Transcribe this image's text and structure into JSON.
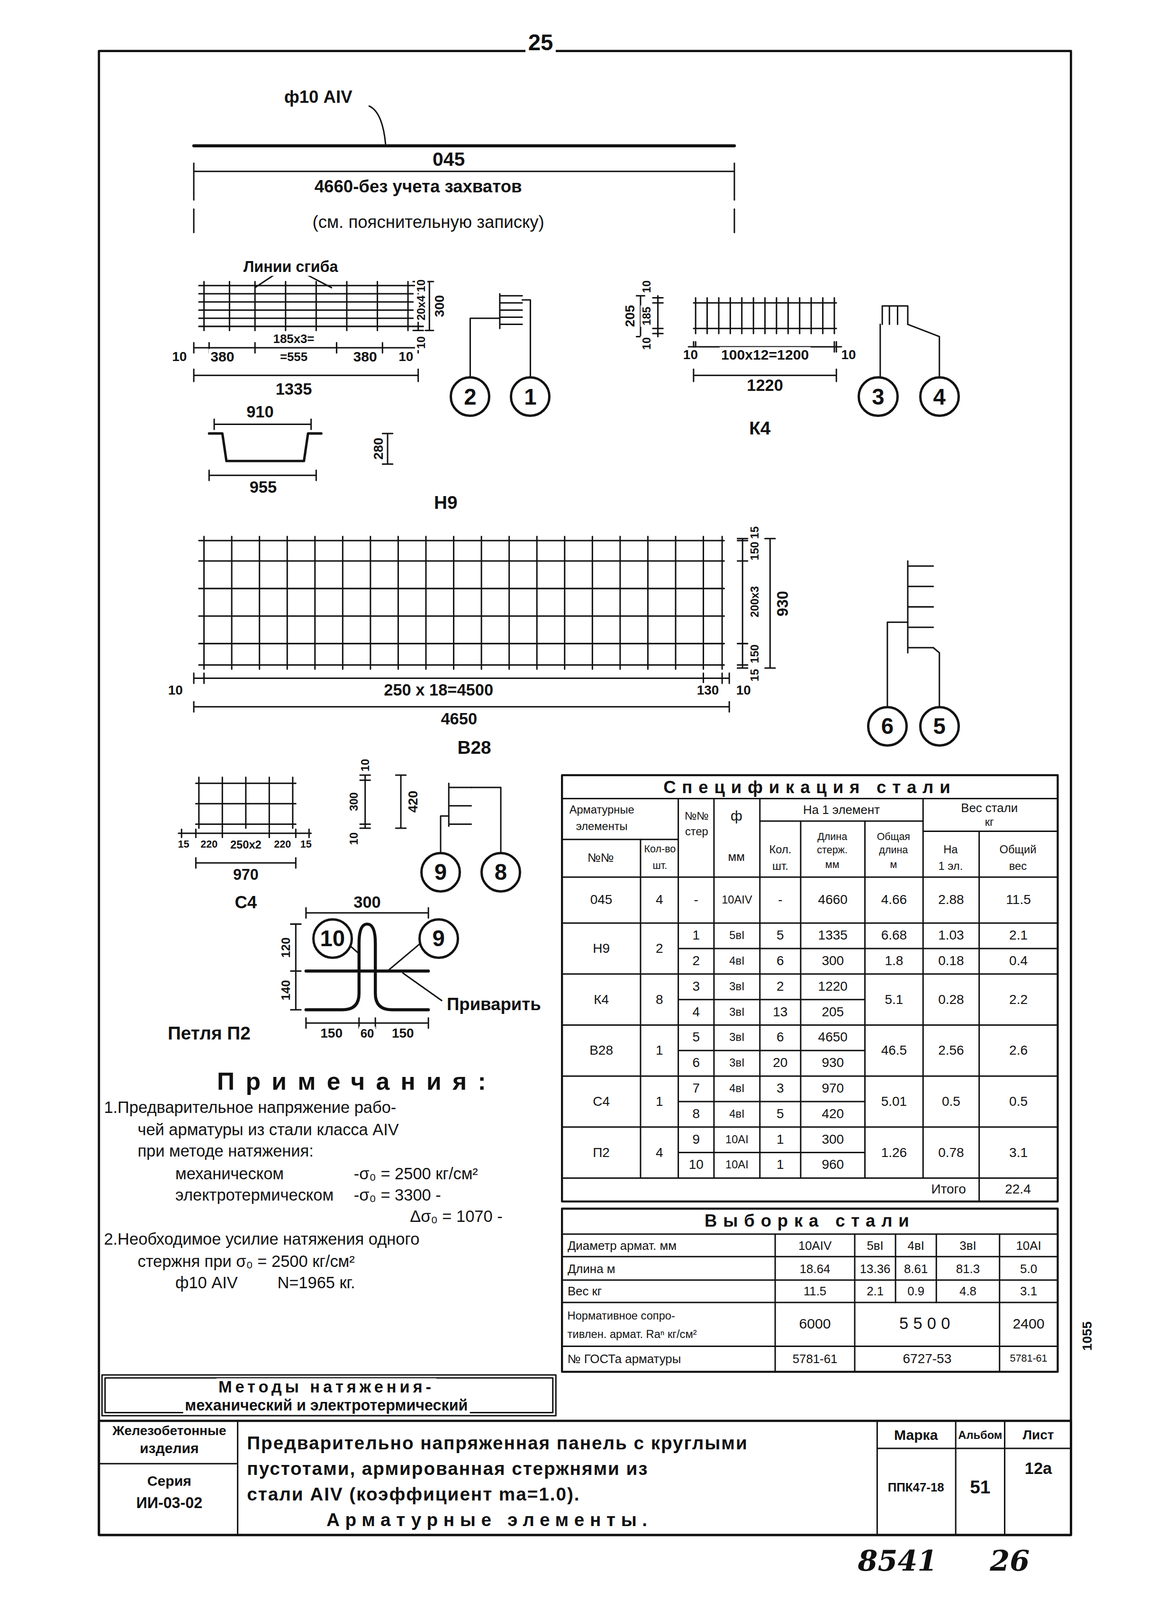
{
  "diagram": {
    "nodes": [
      {
        "text": [
          "2"
        ]
      },
      {
        "text": [
          "1"
        ]
      },
      {
        "text": [
          "3"
        ]
      },
      {
        "text": [
          "4"
        ]
      },
      {
        "text": [
          "6"
        ]
      },
      {
        "text": [
          "5"
        ]
      },
      {
        "text": [
          "9"
        ]
      },
      {
        "text": [
          "8"
        ]
      },
      {
        "text": [
          "10"
        ]
      },
      {
        "text": [
          "9"
        ]
      }
    ],
    "labels": [
      "25",
      "ф10 АIV",
      "045",
      "4660-без учета захватов",
      "(см. пояснительную записку)",
      "Линии сгиба",
      "10",
      "380",
      "185х3=",
      "=555",
      "380",
      "10",
      "1335",
      "10",
      "20х4",
      "10",
      "300",
      "910",
      "280",
      "955",
      "Н9",
      "205",
      "10",
      "185",
      "10",
      "10",
      "100х12=1200",
      "10",
      "1220",
      "К4",
      "10",
      "250 х 18=4500",
      "130",
      "10",
      "4650",
      "В28",
      "15",
      "150",
      "200х3",
      "930",
      "150",
      "15",
      "15",
      "220",
      "250х2",
      "220",
      "15",
      "970",
      "С4",
      "10",
      "300",
      "10",
      "420",
      "300",
      "120",
      "140",
      "Приварить",
      "Петля П2",
      "150",
      "60",
      "150",
      "1055",
      "8541",
      "26",
      "Примечания:",
      "1.Предварительное напряжение рабо-",
      "чей арматуры из стали класса АIV",
      "при методе натяжения:",
      "механическом",
      "-σ₀ = 2500 кг/см²",
      "электротермическом",
      "-σ₀ = 3300 -",
      "Δσ₀ = 1070 -",
      "2.Необходимое усилие натяжения одного",
      "стержня при σ₀ = 2500 кг/см²",
      "ф10 АIV",
      "N=1965 кг.",
      "Методы натяжения-",
      "механический и электротермический",
      "Железобетонные",
      "изделия",
      "Серия",
      "ИИ-03-02",
      "Предварительно напряженная панель с круглыми",
      "пустотами, армированная стержнями из",
      "стали АIV (коэффициент mа=1.0).",
      "Арматурные элементы.",
      "Марка",
      "Альбом",
      "Лист",
      "ППК47-18",
      "51",
      "12а",
      "Спецификация стали",
      "Арматурные",
      "элементы",
      "№№",
      "стер",
      "ф",
      "мм",
      "На 1 элемент",
      "Вес стали",
      "кг",
      "№№",
      "Кол-во",
      "шт.",
      "Кол.",
      "шт.",
      "Длина",
      "стерж.",
      "мм",
      "Общая",
      "длина",
      "м",
      "На",
      "1 эл.",
      "Общий",
      "вес",
      "045",
      "4",
      "-",
      "10AIV",
      "-",
      "4660",
      "4.66",
      "2.88",
      "11.5",
      "Н9",
      "2",
      "1",
      "5вI",
      "5",
      "1335",
      "6.68",
      "1.03",
      "2.1",
      "2",
      "4вI",
      "6",
      "300",
      "1.8",
      "0.18",
      "0.4",
      "К4",
      "8",
      "3",
      "3вI",
      "2",
      "1220",
      "4",
      "3вI",
      "13",
      "205",
      "5.1",
      "0.28",
      "2.2",
      "В28",
      "1",
      "5",
      "3вI",
      "6",
      "4650",
      "6",
      "3вI",
      "20",
      "930",
      "46.5",
      "2.56",
      "2.6",
      "С4",
      "1",
      "7",
      "4вI",
      "3",
      "970",
      "8",
      "4вI",
      "5",
      "420",
      "5.01",
      "0.5",
      "0.5",
      "П2",
      "4",
      "9",
      "10AI",
      "1",
      "300",
      "10",
      "10AI",
      "1",
      "960",
      "1.26",
      "0.78",
      "3.1",
      "Итого",
      "22.4",
      "Выборка стали",
      "Диаметр армат. мм",
      "10AIV",
      "5вI",
      "4вI",
      "3вI",
      "10AI",
      "Длина м",
      "18.64",
      "13.36",
      "8.61",
      "81.3",
      "5.0",
      "Вес кг",
      "11.5",
      "2.1",
      "0.9",
      "4.8",
      "3.1",
      "Нормативное сопро-",
      "тивлен. армат. Rаⁿ кг/см²",
      "6000",
      "5500",
      "2400",
      "№ ГОСТа арматуры",
      "5781-61",
      "6727-53",
      "5781-61"
    ]
  }
}
